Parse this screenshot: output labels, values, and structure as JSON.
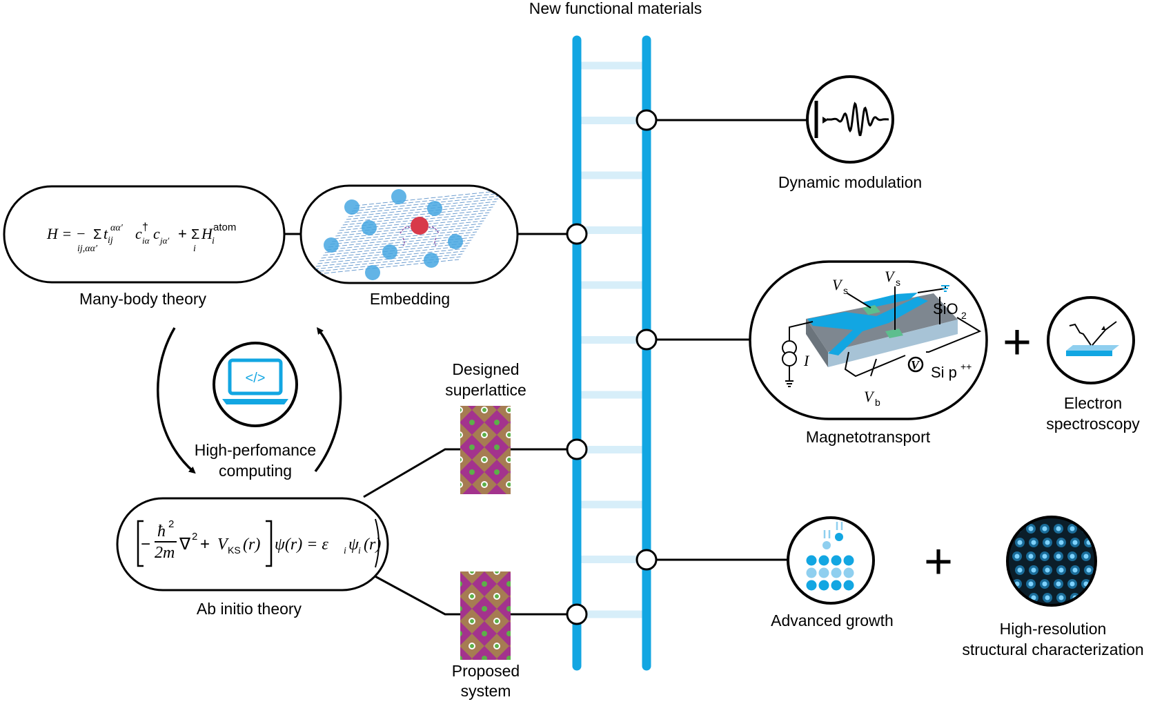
{
  "title": "New functional materials",
  "labels": {
    "many_body": "Many-body theory",
    "embedding": "Embedding",
    "hpc_line1": "High-perfomance",
    "hpc_line2": "computing",
    "ab_initio": "Ab initio theory",
    "designed_line1": "Designed",
    "designed_line2": "superlattice",
    "proposed_line1": "Proposed",
    "proposed_line2": "system",
    "dynamic": "Dynamic modulation",
    "magneto": "Magnetotransport",
    "electron_line1": "Electron",
    "electron_line2": "spectroscopy",
    "growth": "Advanced growth",
    "hires_line1": "High-resolution",
    "hires_line2": "structural characterization",
    "plus": "+"
  },
  "device": {
    "vs": "V",
    "vs_sub": "s",
    "vb": "V",
    "vb_sub": "b",
    "sio": "SiO",
    "sio_sub": "2",
    "si": "Si p",
    "si_sup": "++",
    "current": "I",
    "meter": "V"
  },
  "equations": {
    "many_body": {
      "lhs": "H = −",
      "sum1": "Σ",
      "t": "t",
      "t_sub": "ij",
      "t_sup": "αα′",
      "c1": "c",
      "c1_sup": "†",
      "c1_sub": "iα",
      "c2": "c",
      "c2_sub": "jα′",
      "under1": "ij,αα′",
      "plus": "+",
      "sum2": "Σ",
      "h": "H",
      "h_sub": "i",
      "h_sup": "atom",
      "under2": "i"
    },
    "ab_initio": {
      "frac_num": "ħ",
      "frac_num_sup": "2",
      "frac_den": "2m",
      "minus": "−",
      "nabla": "∇",
      "nabla_sup": "2",
      "plus": "+",
      "v": "V",
      "v_sub": "KS",
      "r": "(r)",
      "psi": "ψ(r) = ε",
      "eps_sub": "i",
      "psi2": "ψ",
      "psi2_sub": "i",
      "r2": "(r)"
    }
  },
  "icons": {
    "hpc": "laptop-code-icon",
    "dynamic": "pulse-wave-icon",
    "electron": "electron-spectroscopy-icon",
    "growth": "layer-growth-icon",
    "hires": "atomic-lattice-image-icon"
  },
  "colors": {
    "rail": "#12A6E2",
    "rung": "#D7EEF9",
    "atom": "#46A7E2",
    "center_atom": "#D8394A",
    "green_pad": "#5DBE8E",
    "tile_brown": "#A67C52",
    "tile_magenta": "#A3338D",
    "tile_green": "#5CB048"
  }
}
